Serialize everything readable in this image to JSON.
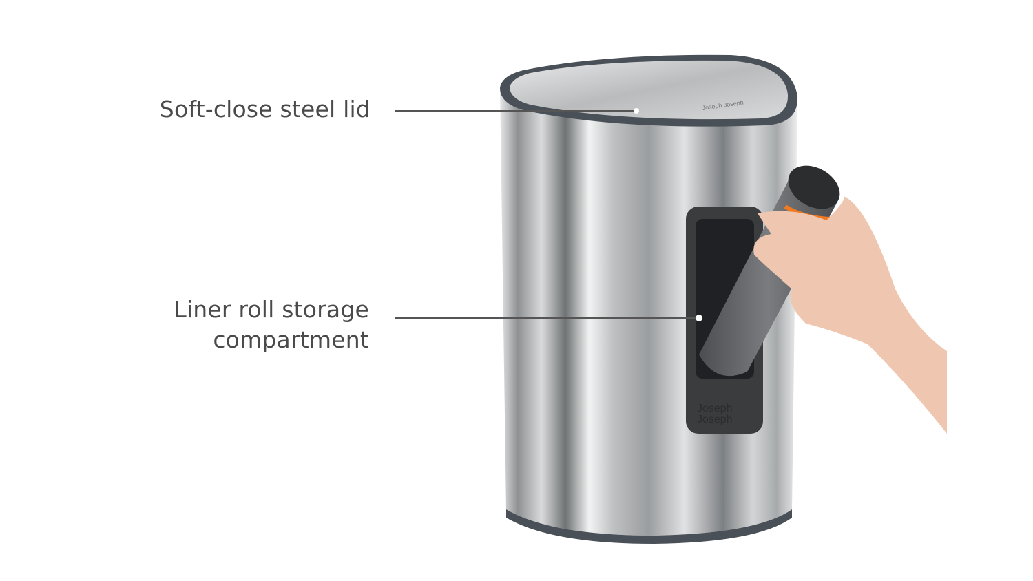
{
  "callouts": [
    {
      "lines": [
        "Soft-close steel lid"
      ]
    },
    {
      "lines": [
        "Liner roll storage",
        "compartment"
      ]
    }
  ],
  "product": {
    "brand_logo": "Joseph Joseph",
    "colors": {
      "steel": "#c9cbcc",
      "rim": "#4a5057",
      "pocket": "#3b3c3e",
      "bag": "#5b5d60",
      "accent": "#f07a22",
      "label_text": "#4a4a4a",
      "leader_line": "#555555"
    }
  }
}
